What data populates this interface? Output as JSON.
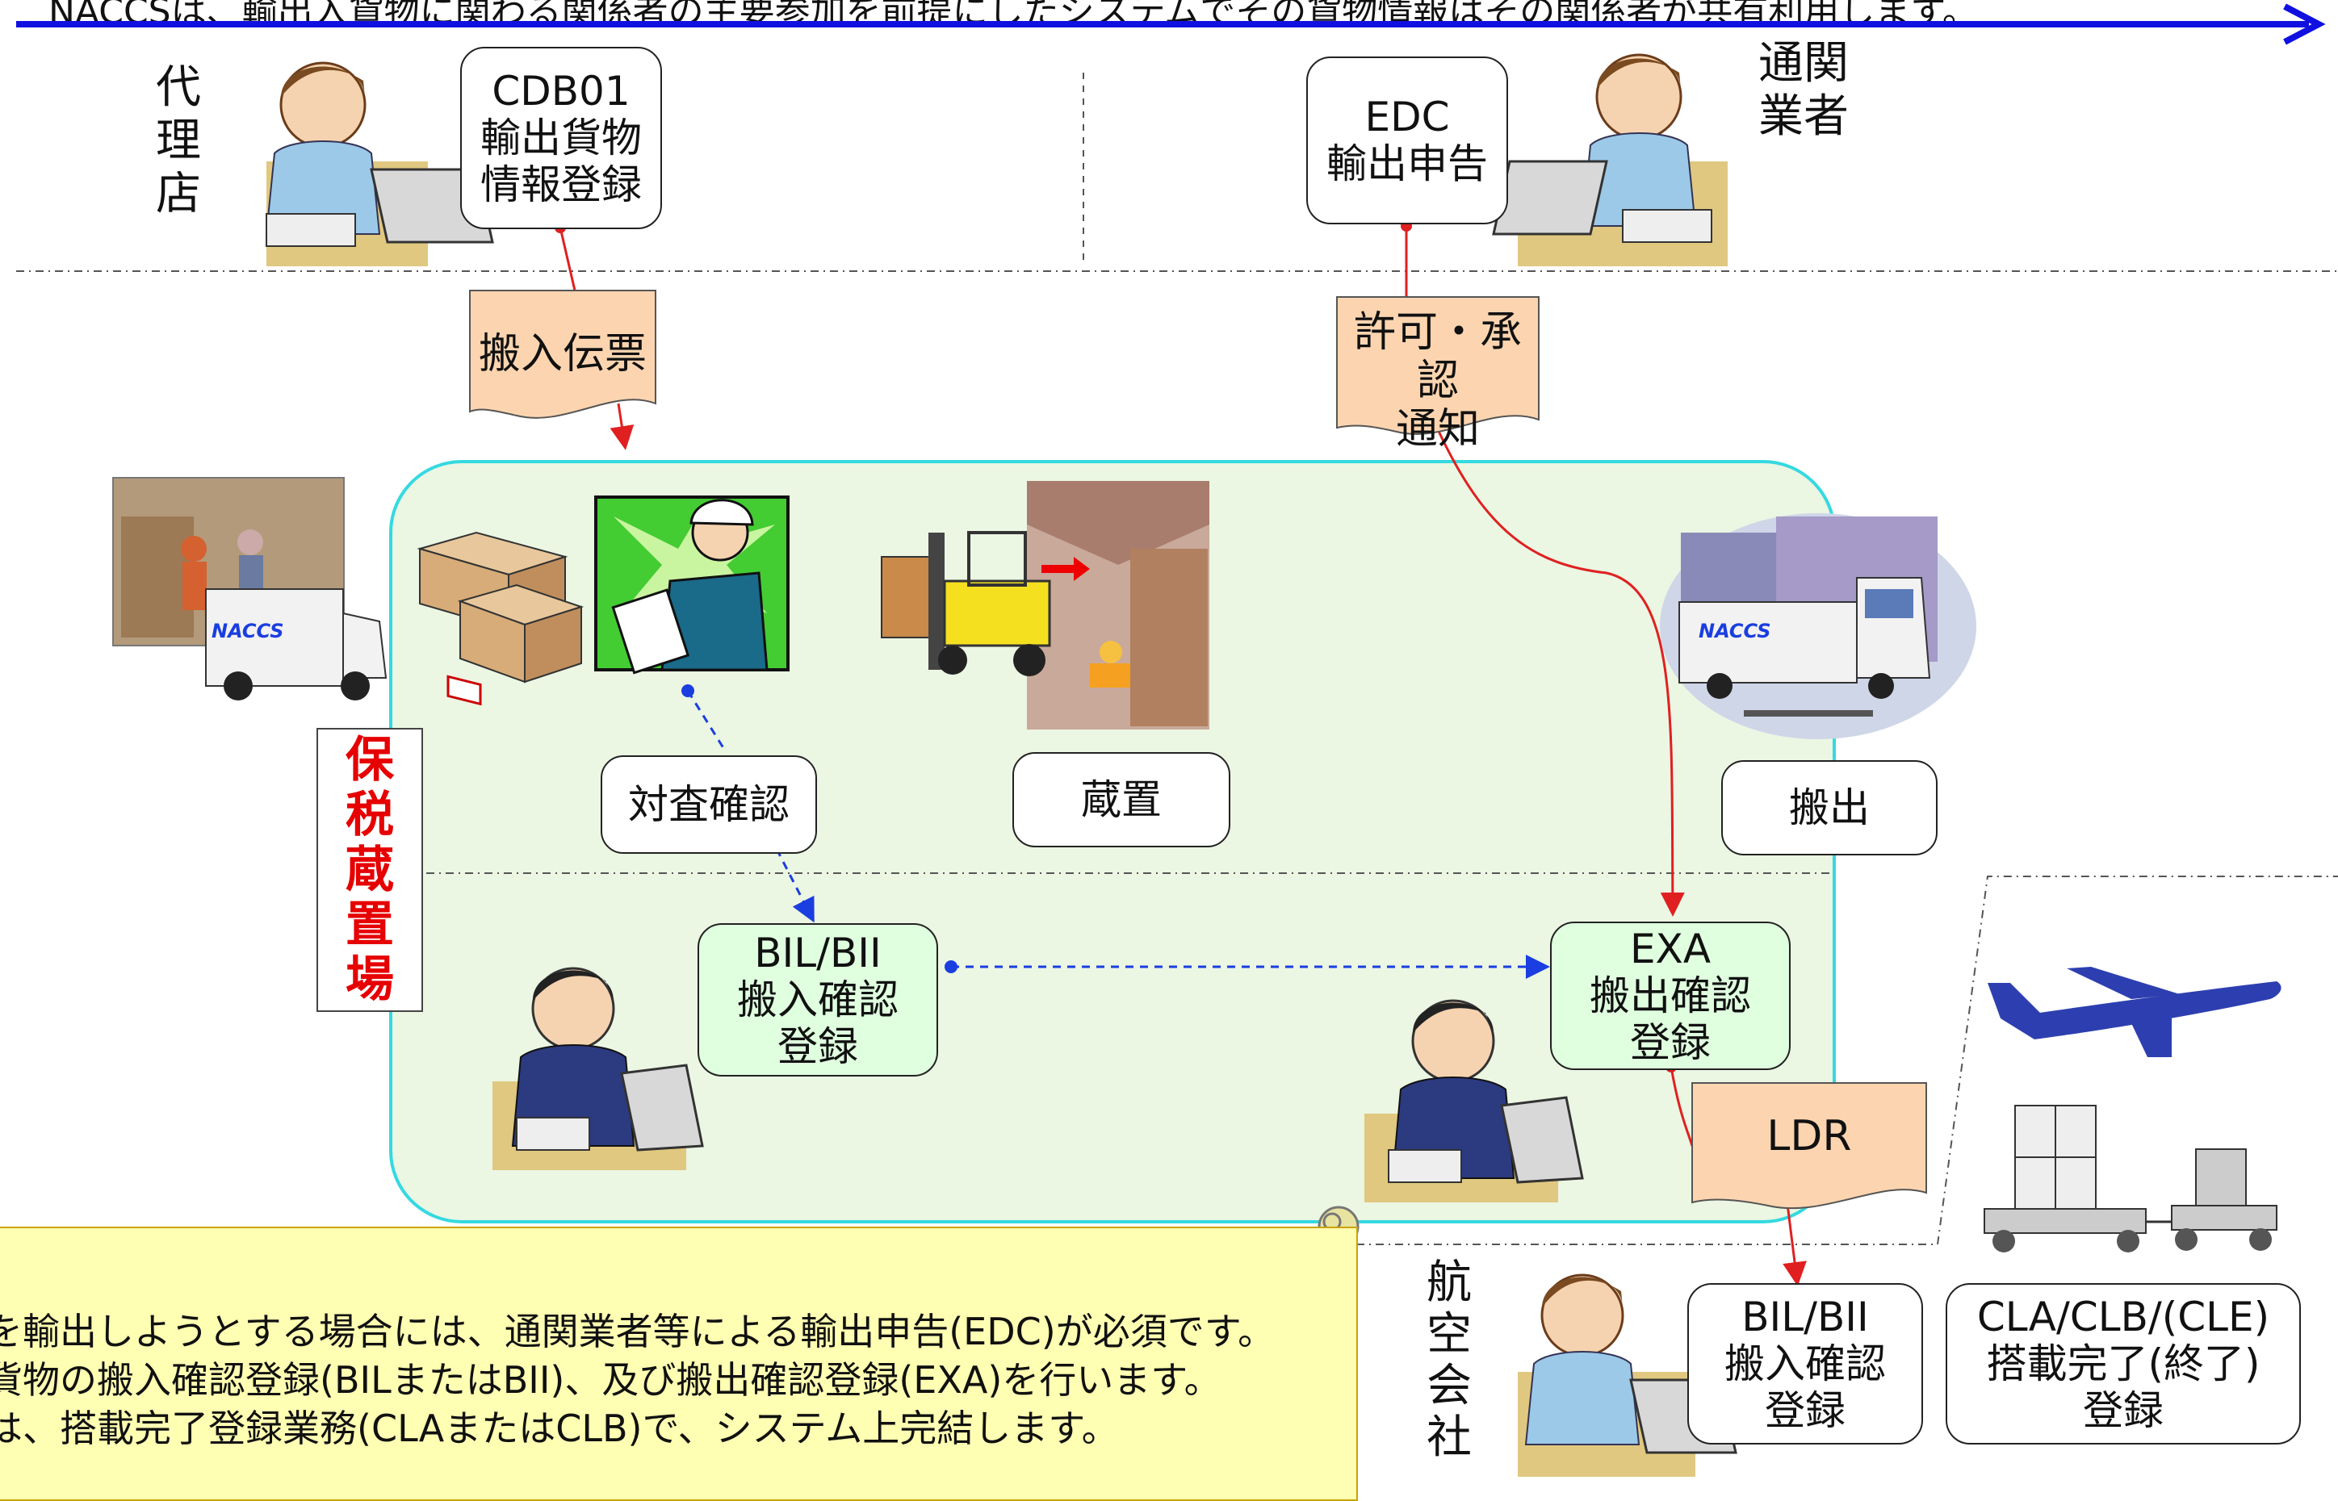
{
  "header": {
    "text": "NACCSは、輸出入貨物に関わる関係者の主要参加を前提にしたシステムでその貨物情報はその関係者が共有利用します。"
  },
  "actors": {
    "agent": "代\n理\n店",
    "broker": "通関\n業者",
    "airline": "航\n空\n会\n社",
    "bonded": "保\n税\n蔵\n置\n場"
  },
  "boxes": {
    "cdb01": "CDB01\n輸出貨物\n情報登録",
    "edc": "EDC\n輸出申告",
    "check": "対査確認",
    "storage": "蔵置",
    "carry_out": "搬出",
    "bil_bii_1": "BIL/BII\n搬入確認\n登録",
    "exa": "EXA\n搬出確認\n登録",
    "bil_bii_2": "BIL/BII\n搬入確認\n登録",
    "cla": "CLA/CLB/(CLE)\n搭載完了(終了)\n登録"
  },
  "docs": {
    "slip": "搬入伝票",
    "permit": "許可・承認\n通知",
    "ldr": "LDR"
  },
  "truck_logo": "NACCS",
  "note": {
    "line1": "を輸出しようとする場合には、通関業者等による輸出申告(EDC)が必須です。",
    "line2": "貨物の搬入確認登録(BILまたはBII)、及び搬出確認登録(EXA)を行います。",
    "line3": "は、搭載完了登録業務(CLAまたはCLB)で、システム上完結します。"
  },
  "colors": {
    "header_arrow": "#1010e0",
    "bonded_border": "#35d9e0",
    "bonded_fill": "#ebf6e3",
    "bonded_label": "#e60000",
    "doc_fill": "#fcd5b0",
    "flow_red": "#e02020",
    "flow_blue": "#1a3ee0",
    "note_fill": "#ffffb3"
  }
}
